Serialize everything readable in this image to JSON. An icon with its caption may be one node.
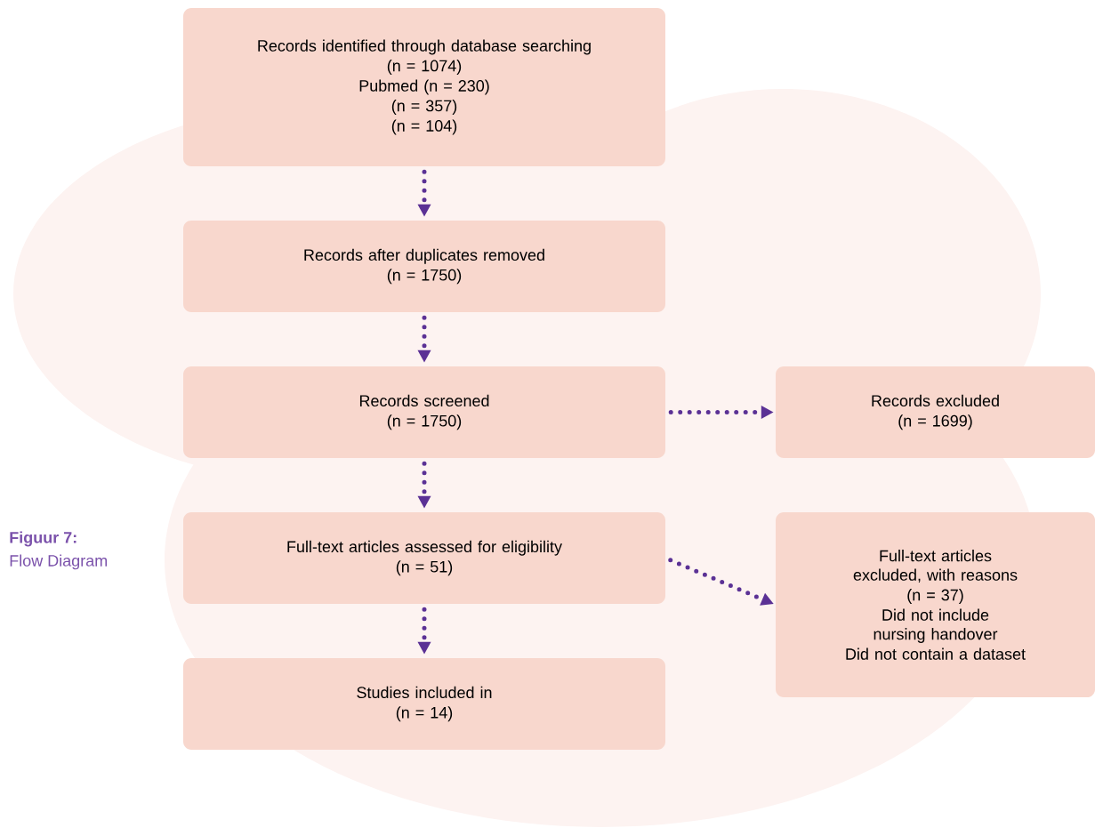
{
  "diagram": {
    "nodes": [
      {
        "text": [
          "Records identified through database searching",
          "(n = 1074)",
          "Pubmed (n = 230)",
          "(n = 357)",
          "(n = 104)"
        ]
      },
      {
        "text": [
          "Records after duplicates removed",
          "(n = 1750)"
        ]
      },
      {
        "text": [
          "Records screened",
          "(n = 1750)"
        ]
      },
      {
        "text": [
          "Records excluded",
          "(n = 1699)"
        ]
      },
      {
        "text": [
          "Full-text articles assessed for eligibility",
          "(n = 51)"
        ]
      },
      {
        "text": [
          "Full-text articles excluded, with reasons",
          "(n = 37)",
          "Did not include nursing handover",
          "Did not contain a dataset"
        ]
      },
      {
        "text": [
          "Studies included in",
          "(n = 14)"
        ]
      }
    ],
    "edges": [
      {
        "from": 0,
        "to": 1,
        "arrow": "to"
      },
      {
        "from": 1,
        "to": 2,
        "arrow": "to"
      },
      {
        "from": 2,
        "to": 3,
        "arrow": "to"
      },
      {
        "from": 2,
        "to": 4,
        "arrow": "to"
      },
      {
        "from": 4,
        "to": 5,
        "arrow": "to"
      },
      {
        "from": 4,
        "to": 6,
        "arrow": "to"
      }
    ],
    "labels": [
      "Figuur 7:",
      "Flow Diagram"
    ]
  }
}
